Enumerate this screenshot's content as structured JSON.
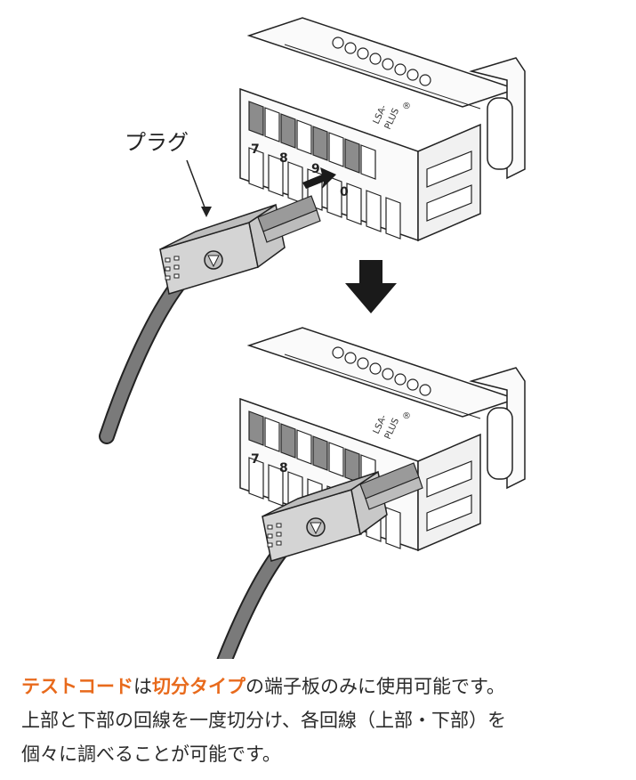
{
  "diagram": {
    "plug_label": "プラグ",
    "module_brand": "LSA-PLUS",
    "module_brand_line1": "LSA-",
    "module_brand_line2": "PLUS",
    "registered_mark": "®",
    "terminal_numbers": [
      "7",
      "8",
      "9",
      "0"
    ]
  },
  "caption": {
    "line1_part1": "テストコード",
    "line1_part2": "は",
    "line1_part3": "切分タイプ",
    "line1_part4": "の端子板のみに使用可能です。",
    "line2": "上部と下部の回線を一度切分け、各回線（上部・下部）を",
    "line3": "個々に調べることが可能です。"
  },
  "colors": {
    "highlight": "#e86a1c",
    "text": "#2a2a2a",
    "cable": "#7a7a7a",
    "plug_body": "#d4d4d4",
    "contacts": "#9a9a9a",
    "arrow": "#1a1a1a"
  }
}
